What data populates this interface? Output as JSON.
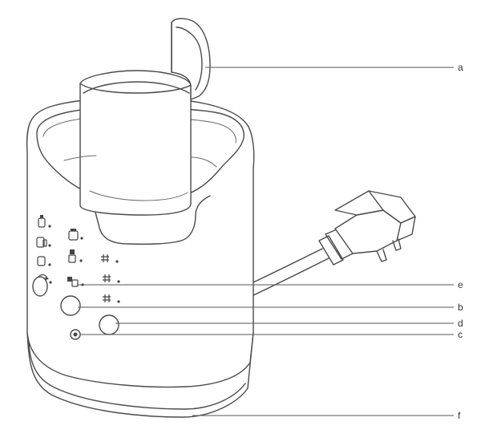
{
  "callouts": [
    {
      "id": "a",
      "label": "a"
    },
    {
      "id": "e",
      "label": "e"
    },
    {
      "id": "b",
      "label": "b"
    },
    {
      "id": "d",
      "label": "d"
    },
    {
      "id": "c",
      "label": "c"
    },
    {
      "id": "f",
      "label": "f"
    }
  ],
  "icons": {
    "left_column": [
      "bottle-temp-icon",
      "bottle-medium-icon",
      "bottle-small-icon",
      "cycle-icon"
    ],
    "middle_column": [
      "jar-icon",
      "bag-icon",
      "pouch-icon"
    ],
    "right_column": [
      "level-1-icon",
      "level-2-icon",
      "level-3-icon"
    ]
  }
}
